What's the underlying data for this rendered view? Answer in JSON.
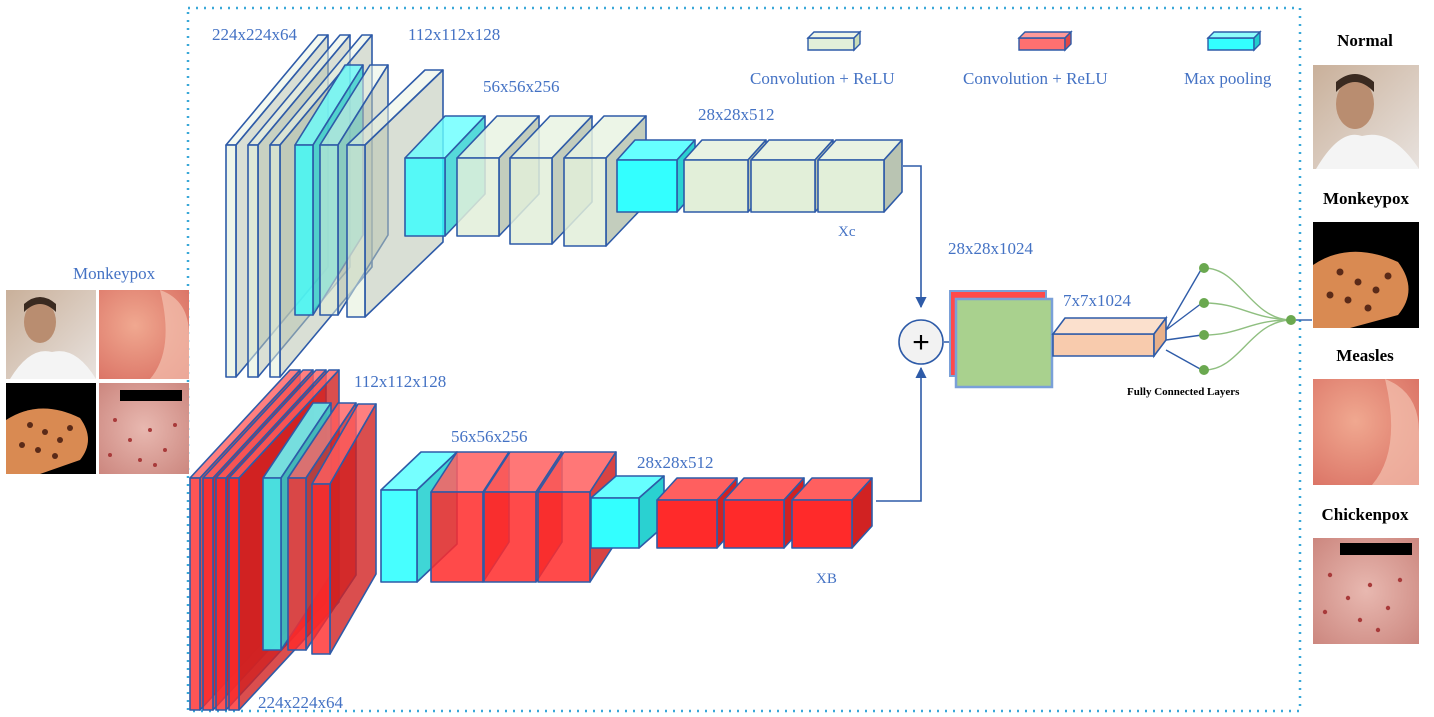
{
  "legend": [
    {
      "label": "Convolution + ReLU",
      "color": "#e2efd9"
    },
    {
      "label": "Convolution + ReLU",
      "color": "#ff7070"
    },
    {
      "label": "Max pooling",
      "color": "#33ffff"
    }
  ],
  "input": {
    "label": "Monkeypox"
  },
  "branch_c": {
    "dims": [
      "224x224x64",
      "112x112x128",
      "56x56x256",
      "28x28x512"
    ],
    "output_label": "Xc",
    "conv_color": "#e2efd9",
    "pool_color": "#33ffff"
  },
  "branch_b": {
    "dims": [
      "224x224x64",
      "112x112x128",
      "56x56x256",
      "28x28x512"
    ],
    "output_label": "XB",
    "conv_color": "#ff2a2a",
    "pool_color": "#33ffff"
  },
  "fusion": {
    "symbol": "+",
    "concat_dims": "28x28x1024",
    "pooled_dims": "7x7x1024"
  },
  "fc": {
    "label": "Fully Connected Layers",
    "inputs": 4,
    "outputs": 1
  },
  "classes": [
    {
      "name": "Normal"
    },
    {
      "name": "Monkeypox"
    },
    {
      "name": "Measles"
    },
    {
      "name": "Chickenpox"
    }
  ]
}
